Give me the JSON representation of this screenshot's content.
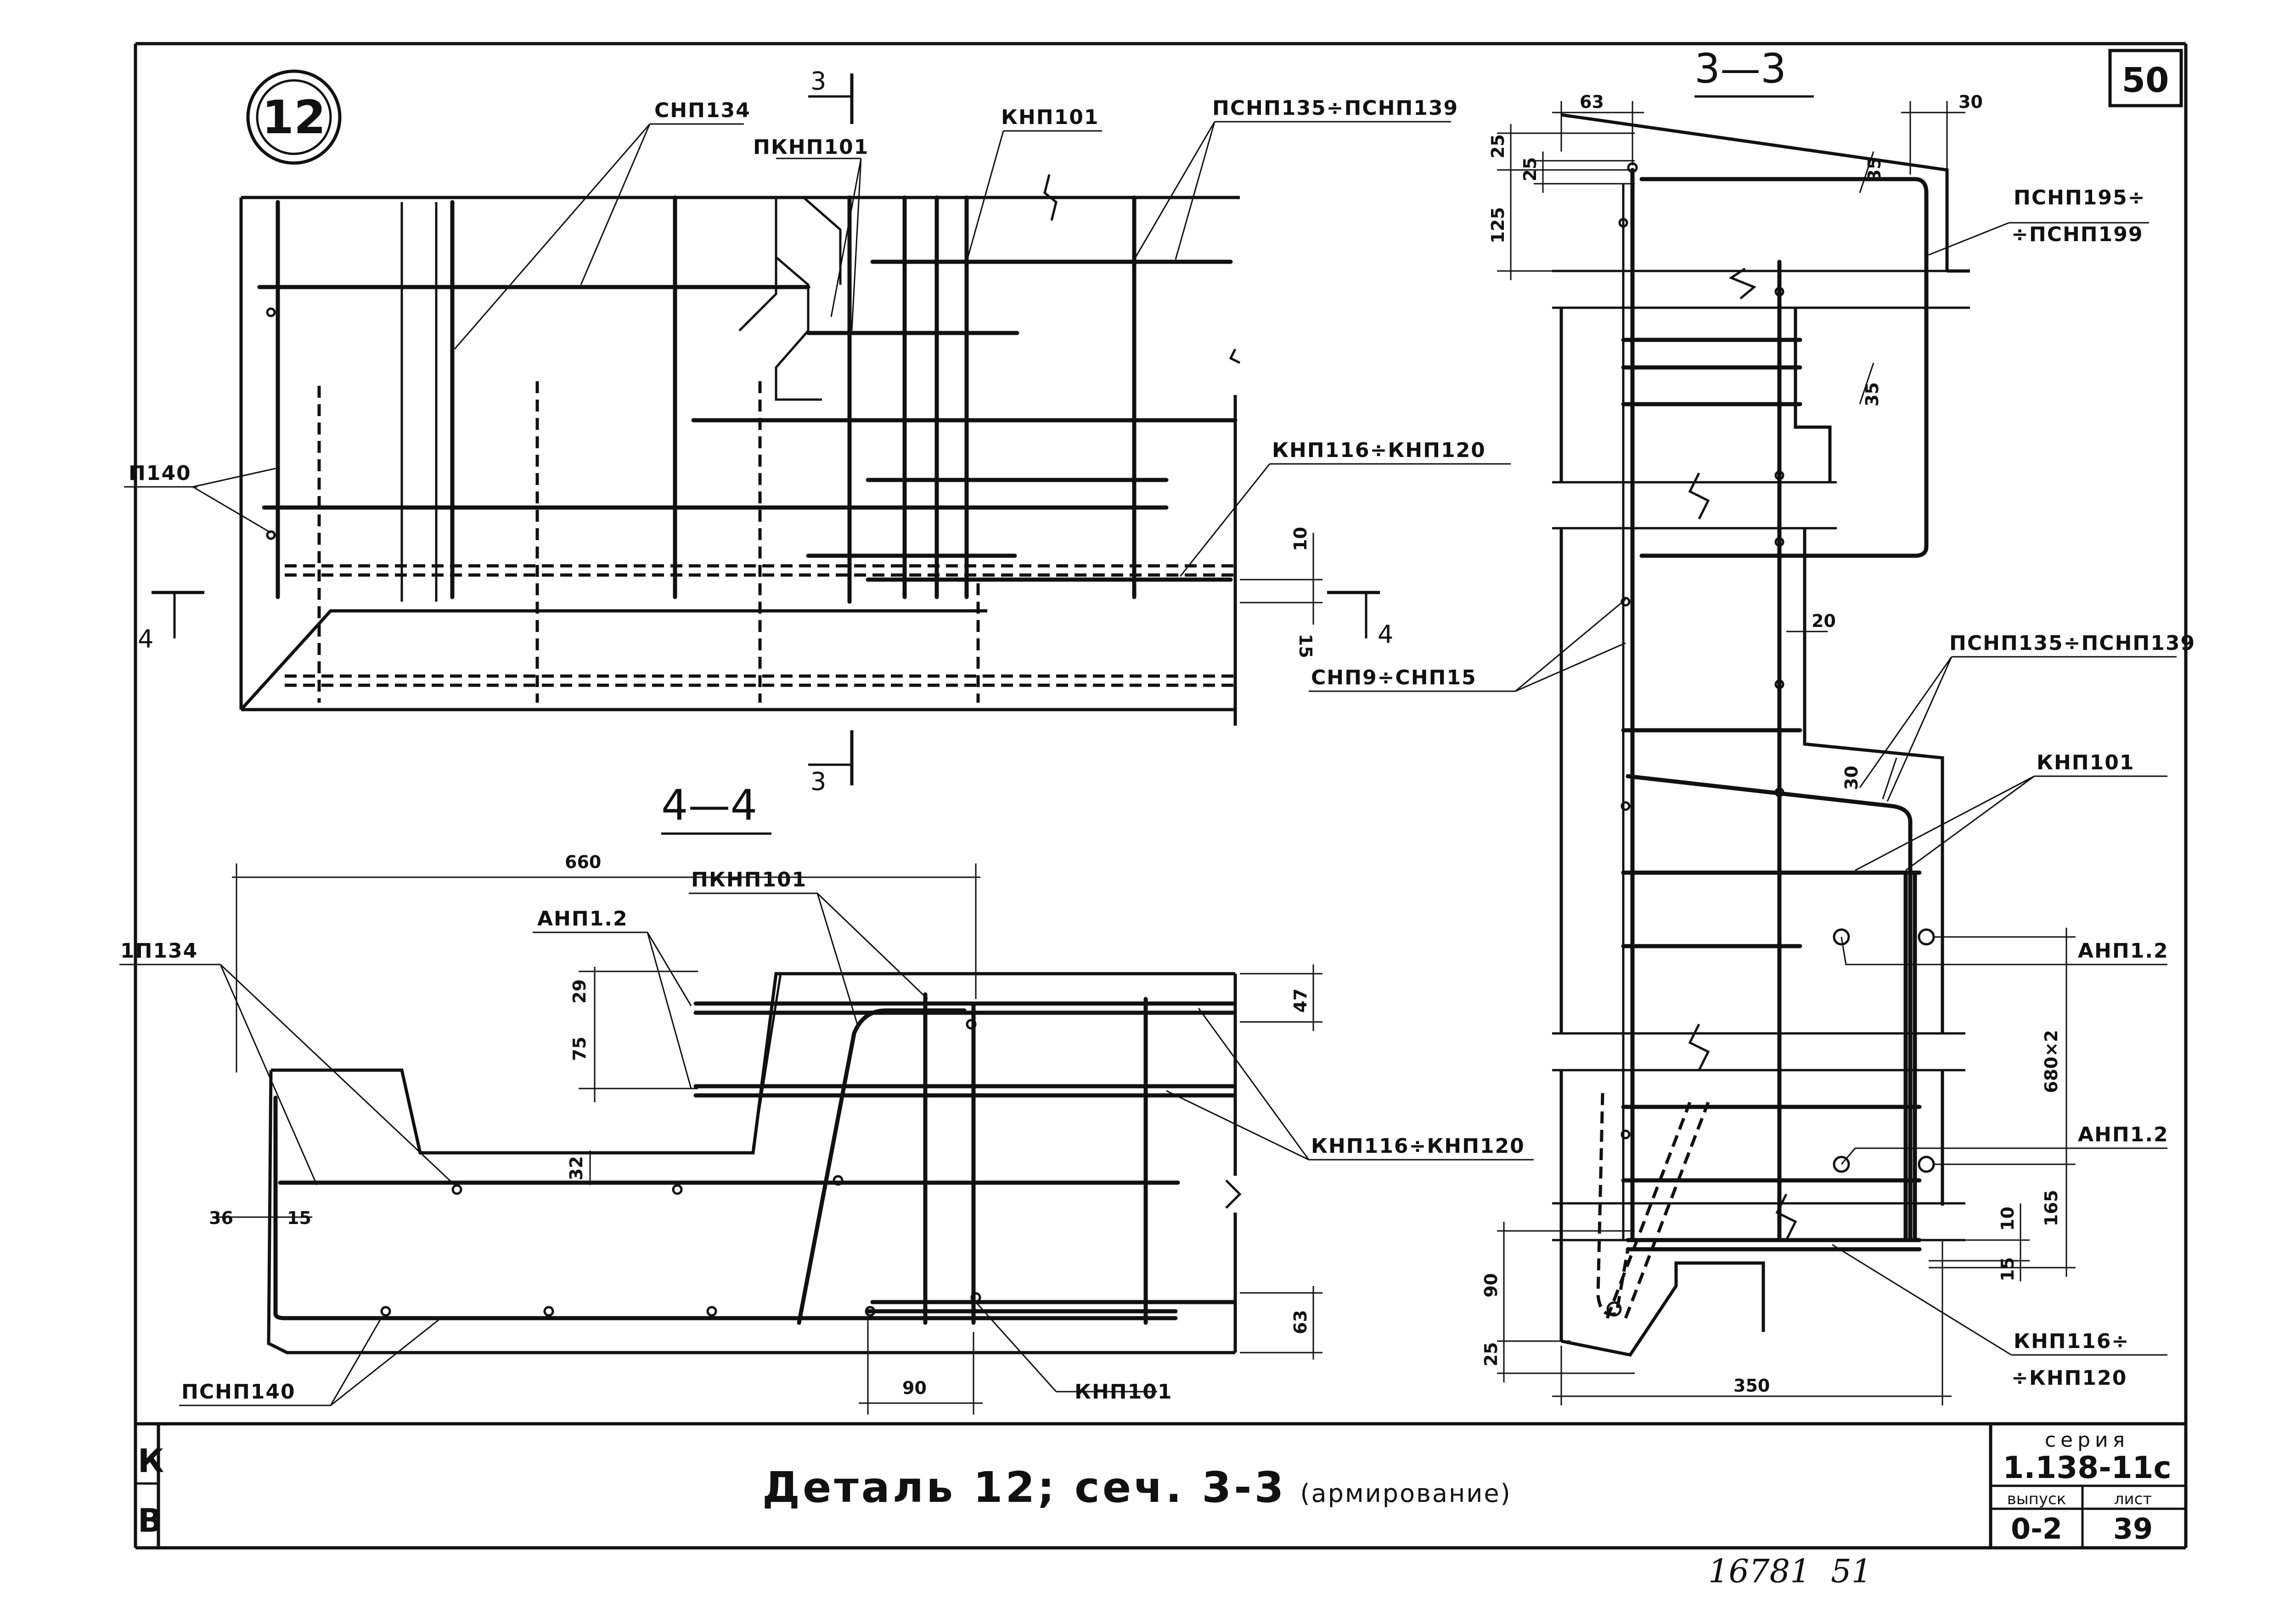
{
  "sheet": {
    "number": "50",
    "detail_circle": "12",
    "bottom_note": "16781  51"
  },
  "title_block": {
    "title": "Деталь 12; сеч. 3-3",
    "subtitle": "(армирование)",
    "series_label": "серия",
    "series_value": "1.138-11с",
    "issue_label": "выпуск",
    "issue_value": "0-2",
    "sheet_label": "лист",
    "sheet_value": "39",
    "left_stub_top": "К",
    "left_stub_bottom": "В"
  },
  "plan_view": {
    "section_mark_top": "3",
    "section_mark_bottom": "3",
    "section_mark_left": "4",
    "section_mark_right": "4",
    "labels": {
      "snp134": "СНП134",
      "pknp101": "ПКНП101",
      "knp101": "КНП101",
      "psnp135_139": "ПСНП135÷ПСНП139",
      "knp116_120": "КНП116÷КНП120",
      "p140": "П140"
    },
    "dims": {
      "d10": "10",
      "d15": "15"
    }
  },
  "section_4_4": {
    "title": "4—4",
    "labels": {
      "np134": "1П134",
      "anp12": "АНП1.2",
      "pknp101": "ПКНП101",
      "knp116_120": "КНП116÷КНП120",
      "psnp140": "ПСНП140",
      "knp101": "КНП101"
    },
    "dims": {
      "d660": "660",
      "d29": "29",
      "d75": "75",
      "d47": "47",
      "d32": "32",
      "d36": "36",
      "d15": "15",
      "d90": "90",
      "d63": "63"
    }
  },
  "section_3_3": {
    "title": "3—3",
    "labels": {
      "psnp195_199_a": "ПСНП195÷",
      "psnp195_199_b": "÷ПСНП199",
      "snp9_15": "СНП9÷СНП15",
      "psnp135_139": "ПСНП135÷ПСНП139",
      "knp101": "КНП101",
      "anp12_a": "АНП1.2",
      "anp12_b": "АНП1.2",
      "knp116_a": "КНП116÷",
      "knp116_b": "÷КНП120"
    },
    "dims": {
      "d63": "63",
      "d30": "30",
      "d25a": "25",
      "d25b": "25",
      "d125": "125",
      "d35a": "35",
      "d35b": "35",
      "d20": "20",
      "d30b": "30",
      "d680x2": "680×2",
      "d165": "165",
      "d10": "10",
      "d15": "15",
      "d90": "90",
      "d25c": "25",
      "d350": "350"
    }
  }
}
